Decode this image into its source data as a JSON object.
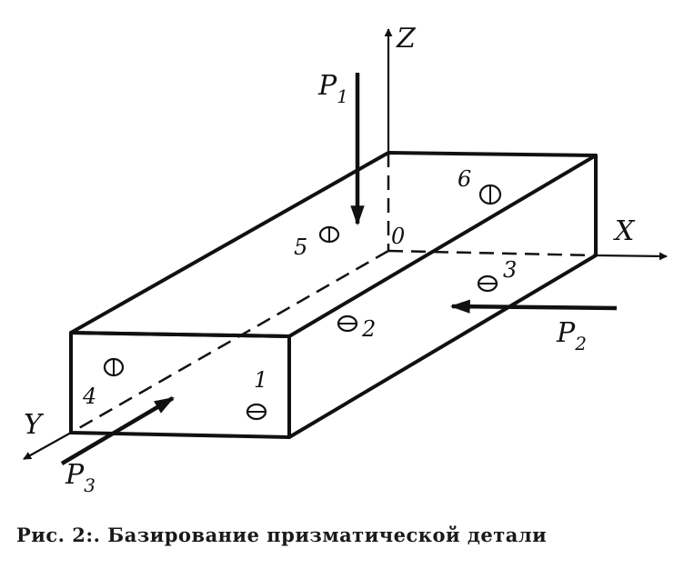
{
  "axes": {
    "z": "Z",
    "x": "X",
    "y": "Y",
    "origin": "0"
  },
  "forces": [
    {
      "letter": "P",
      "sub": "1"
    },
    {
      "letter": "P",
      "sub": "2"
    },
    {
      "letter": "P",
      "sub": "3"
    }
  ],
  "points": [
    "1",
    "2",
    "3",
    "4",
    "5",
    "6"
  ],
  "caption": "Рис. 2:. Базирование призматической детали"
}
